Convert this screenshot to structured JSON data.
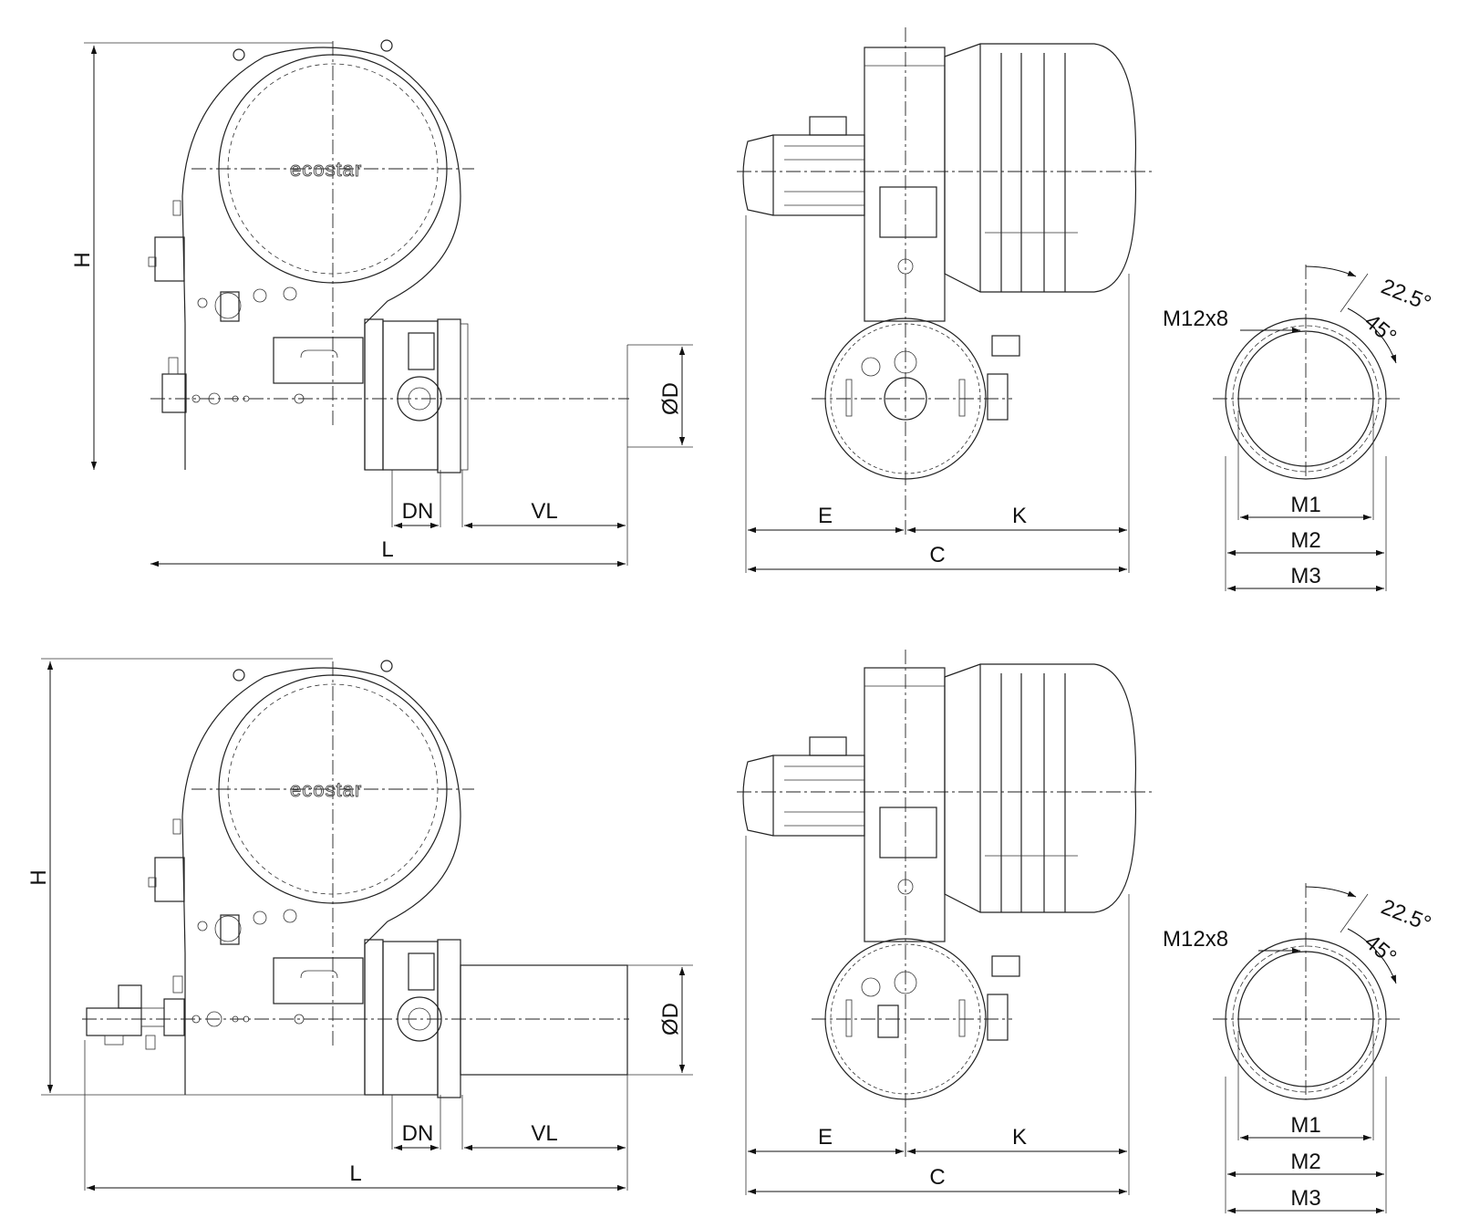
{
  "brand": "ecostar",
  "top": {
    "side": {
      "H": "H",
      "OD": "ØD",
      "DN": "DN",
      "VL": "VL",
      "L": "L"
    },
    "front": {
      "E": "E",
      "K": "K",
      "C": "C"
    },
    "flange": {
      "M12x8": "M12x8",
      "a22": "22.5°",
      "a45": "45°",
      "M1": "M1",
      "M2": "M2",
      "M3": "M3"
    }
  },
  "bottom": {
    "side": {
      "H": "H",
      "OD": "ØD",
      "DN": "DN",
      "VL": "VL",
      "L": "L"
    },
    "front": {
      "E": "E",
      "K": "K",
      "C": "C"
    },
    "flange": {
      "M12x8": "M12x8",
      "a22": "22.5°",
      "a45": "45°",
      "M1": "M1",
      "M2": "M2",
      "M3": "M3"
    }
  }
}
